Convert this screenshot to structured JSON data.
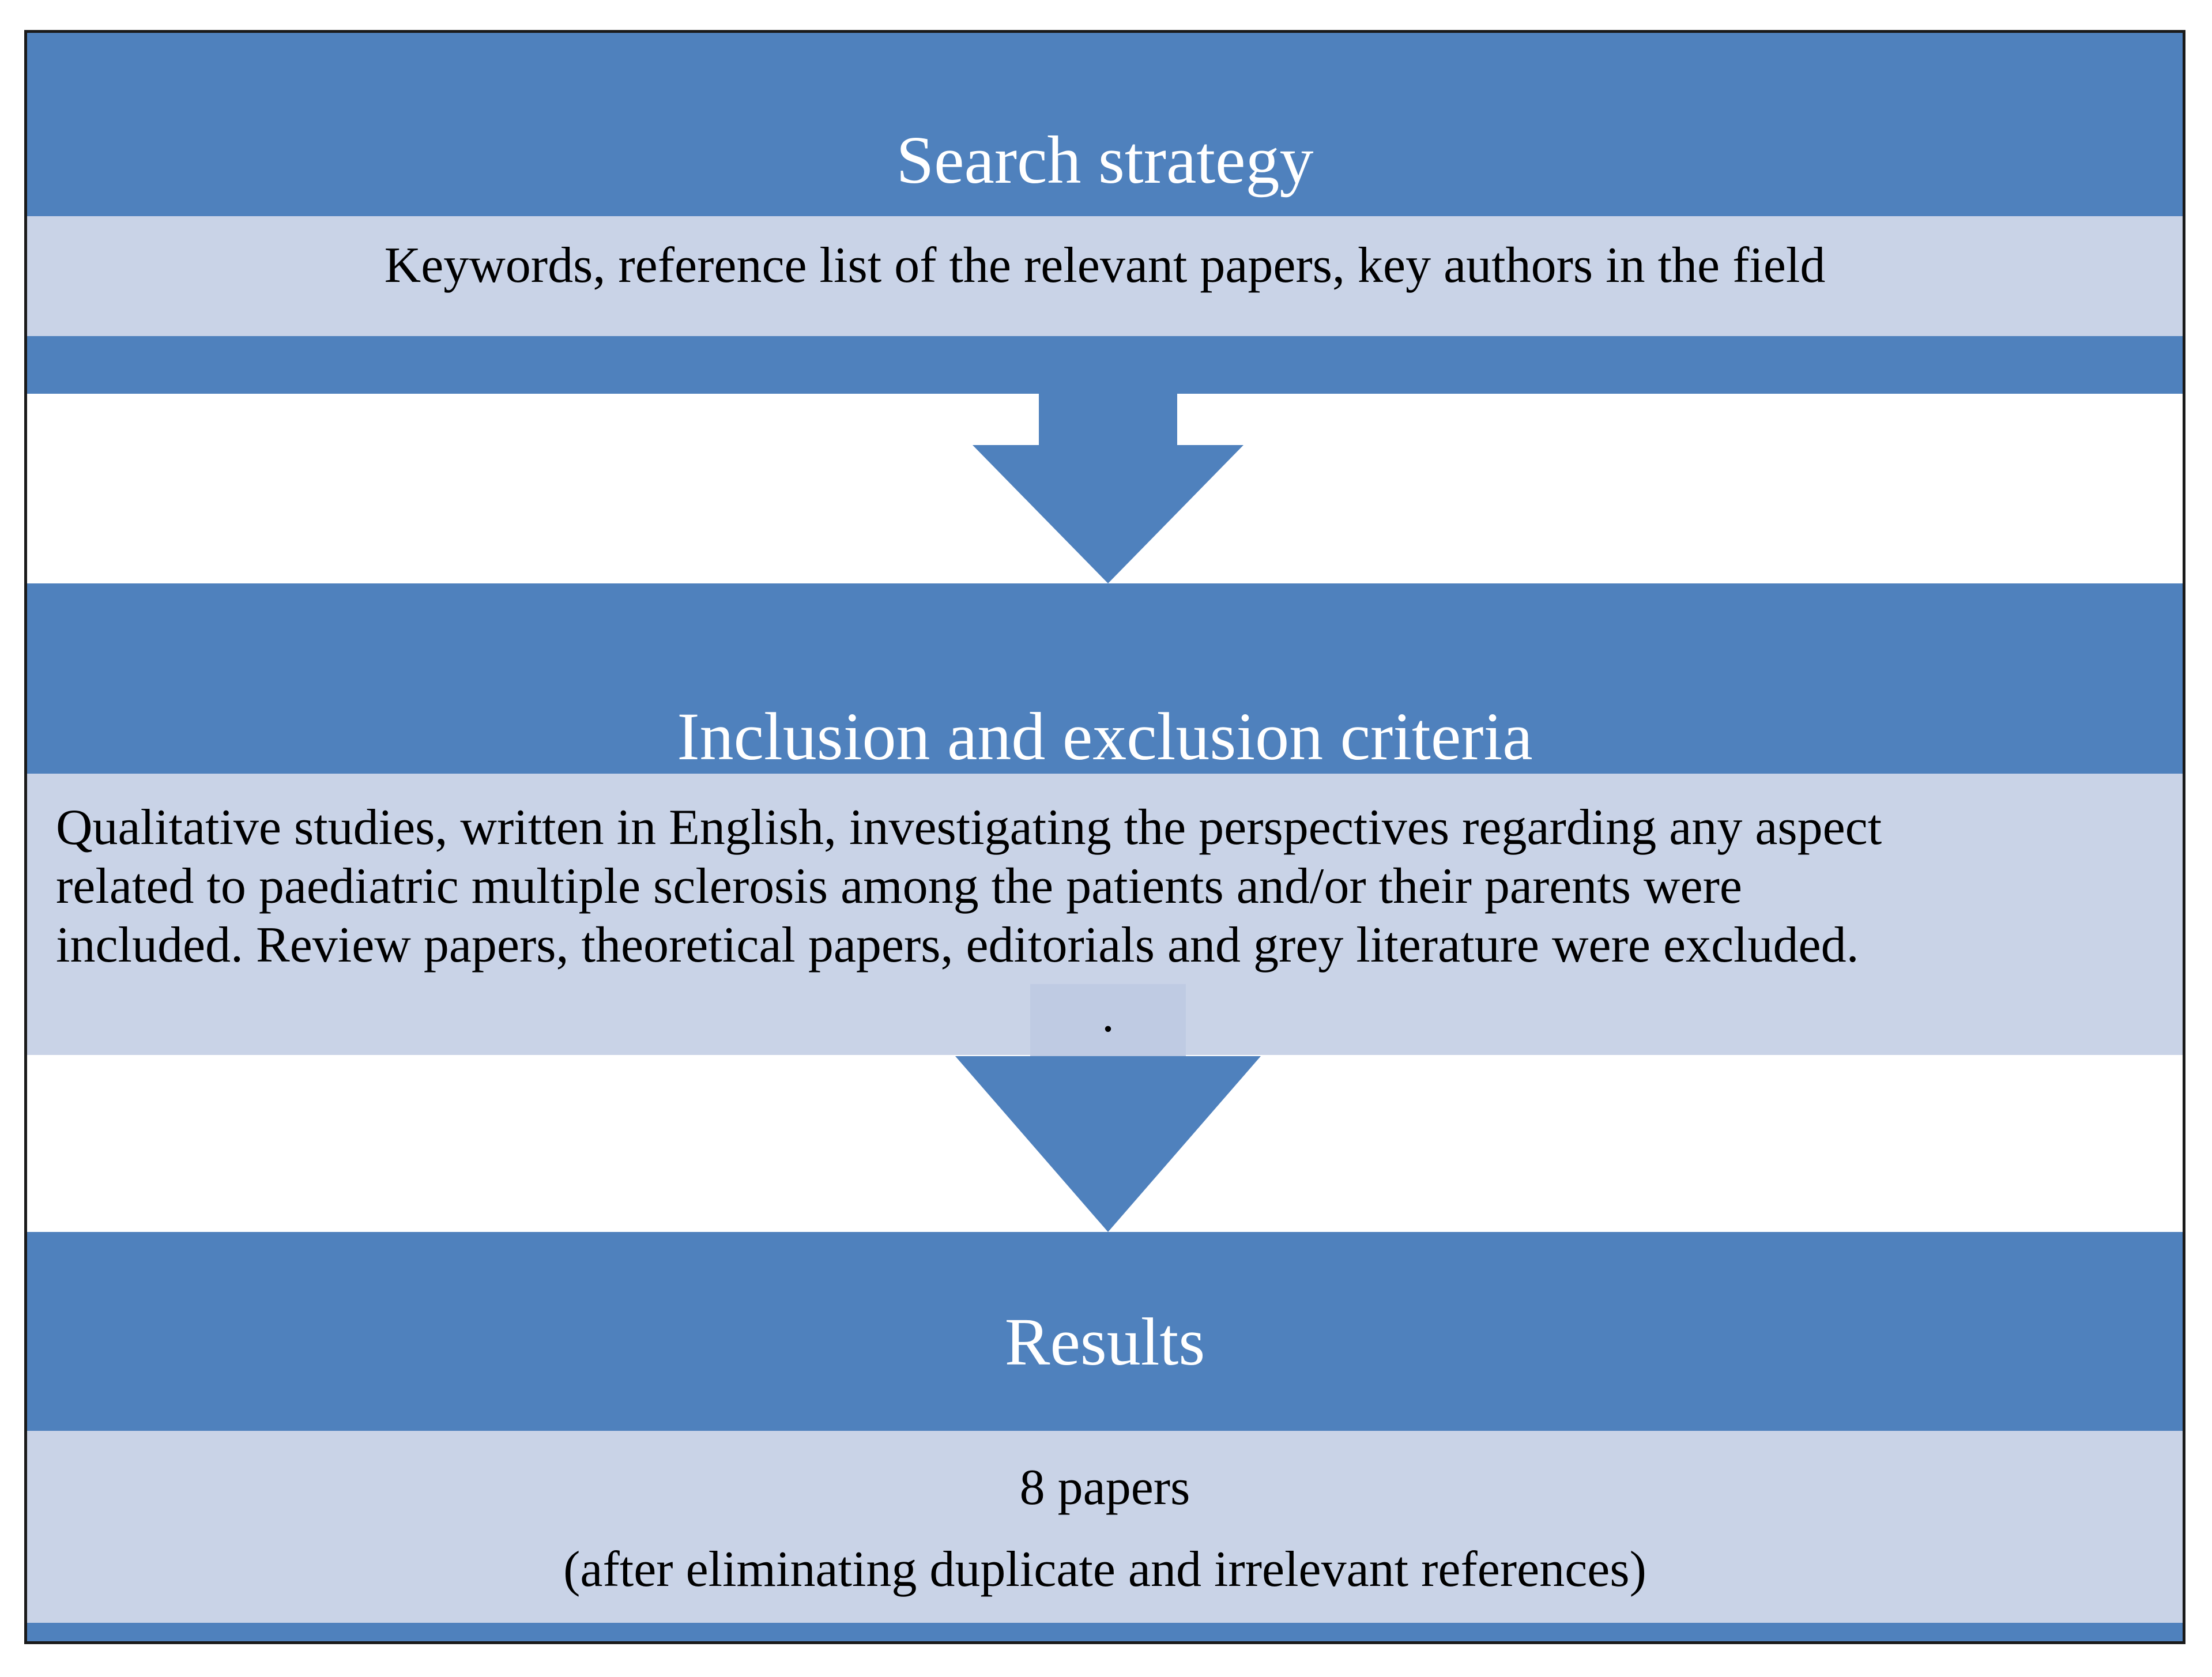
{
  "colors": {
    "header": "#4f81bd",
    "body": "#c9d3e7",
    "arrow": "#4f81bd",
    "border": "#1a1a1a"
  },
  "steps": [
    {
      "title": "Search strategy",
      "lines": [
        "Keywords, reference list of the relevant papers, key authors in the field"
      ]
    },
    {
      "title": "Inclusion and exclusion criteria",
      "lines": [
        "Qualitative studies, written in English, investigating the perspectives regarding  any aspect",
        "related to paediatric multiple sclerosis among the patients  and/or their parents were",
        "included. Review papers, theoretical papers, editorials and grey literature were excluded."
      ],
      "trailing_mark": "."
    },
    {
      "title": "Results",
      "lines": [
        "8 papers",
        "(after eliminating duplicate and irrelevant references)"
      ]
    }
  ]
}
